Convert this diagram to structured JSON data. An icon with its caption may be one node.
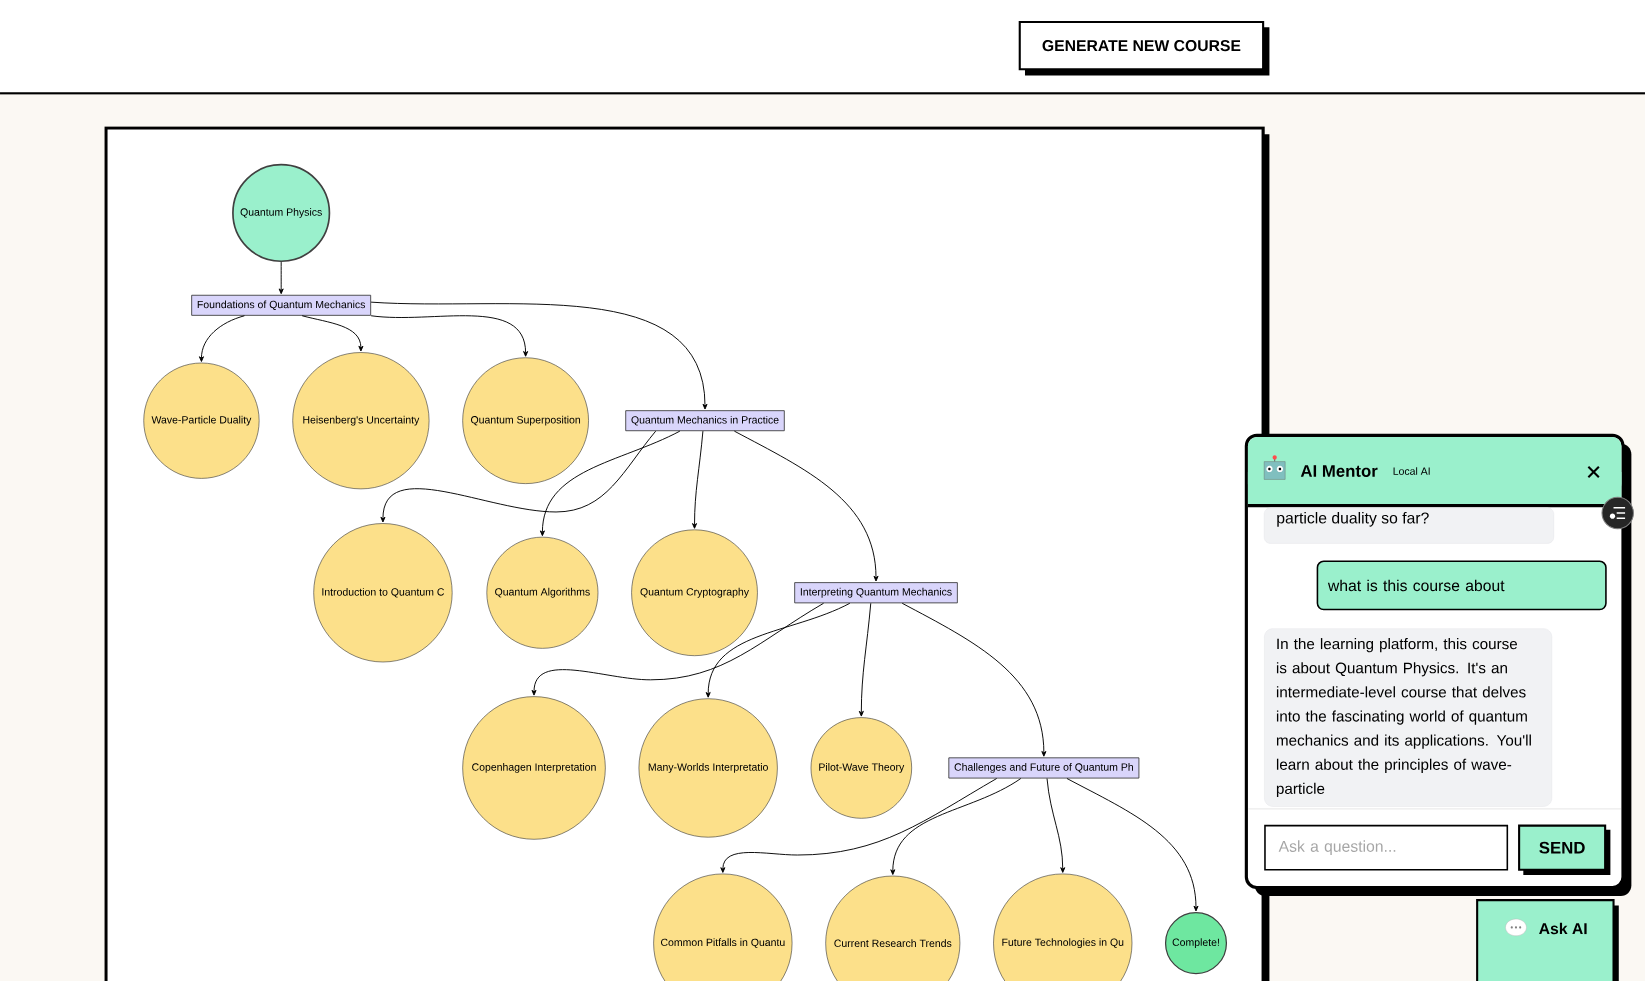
{
  "diagram": {
    "nodes": [
      {
        "text": [
          "Quantum Physics"
        ]
      },
      {
        "text": [
          "Foundations of Quantum Mechanics"
        ]
      },
      {
        "text": [
          "Wave-Particle Duality"
        ]
      },
      {
        "text": [
          "Heisenberg's Uncertainty"
        ]
      },
      {
        "text": [
          "Quantum Superposition"
        ]
      },
      {
        "text": [
          "Quantum Mechanics in Practice"
        ]
      },
      {
        "text": [
          "Introduction to Quantum C"
        ]
      },
      {
        "text": [
          "Quantum Algorithms"
        ]
      },
      {
        "text": [
          "Quantum Cryptography"
        ]
      },
      {
        "text": [
          "Interpreting Quantum Mechanics"
        ]
      },
      {
        "text": [
          "Copenhagen Interpretation"
        ]
      },
      {
        "text": [
          "Many-Worlds Interpretatio"
        ]
      },
      {
        "text": [
          "Pilot-Wave Theory"
        ]
      },
      {
        "text": [
          "Challenges and Future of Quantum Ph"
        ]
      },
      {
        "text": [
          "Common Pitfalls in Quantu"
        ]
      },
      {
        "text": [
          "Current Research Trends"
        ]
      },
      {
        "text": [
          "Future Technologies in Qu"
        ]
      },
      {
        "text": [
          "Complete!"
        ]
      }
    ],
    "edges": [
      {
        "from": 0,
        "to": 1,
        "arrow": "to"
      },
      {
        "from": 1,
        "to": 2,
        "arrow": "to"
      },
      {
        "from": 1,
        "to": 3,
        "arrow": "to"
      },
      {
        "from": 1,
        "to": 4,
        "arrow": "to"
      },
      {
        "from": 1,
        "to": 5,
        "arrow": "to"
      },
      {
        "from": 5,
        "to": 6,
        "arrow": "to"
      },
      {
        "from": 5,
        "to": 7,
        "arrow": "to"
      },
      {
        "from": 5,
        "to": 8,
        "arrow": "to"
      },
      {
        "from": 5,
        "to": 9,
        "arrow": "to"
      },
      {
        "from": 9,
        "to": 10,
        "arrow": "to"
      },
      {
        "from": 9,
        "to": 11,
        "arrow": "to"
      },
      {
        "from": 9,
        "to": 12,
        "arrow": "to"
      },
      {
        "from": 9,
        "to": 13,
        "arrow": "to"
      },
      {
        "from": 13,
        "to": 14,
        "arrow": "to"
      },
      {
        "from": 13,
        "to": 15,
        "arrow": "to"
      },
      {
        "from": 13,
        "to": 16,
        "arrow": "to"
      },
      {
        "from": 13,
        "to": 17,
        "arrow": "to"
      }
    ],
    "labels": [
      "GENERATE NEW COURSE",
      "AI Mentor",
      "Local AI",
      "particle duality so far?",
      "what is this course about",
      "In the learning platform, this course is about Quantum Physics. It's an intermediate-level course that delves into the fascinating world of quantum mechanics and its applications. You'll learn about the principles of wave-particle",
      "Ask a question...",
      "SEND",
      "Ask AI"
    ]
  }
}
